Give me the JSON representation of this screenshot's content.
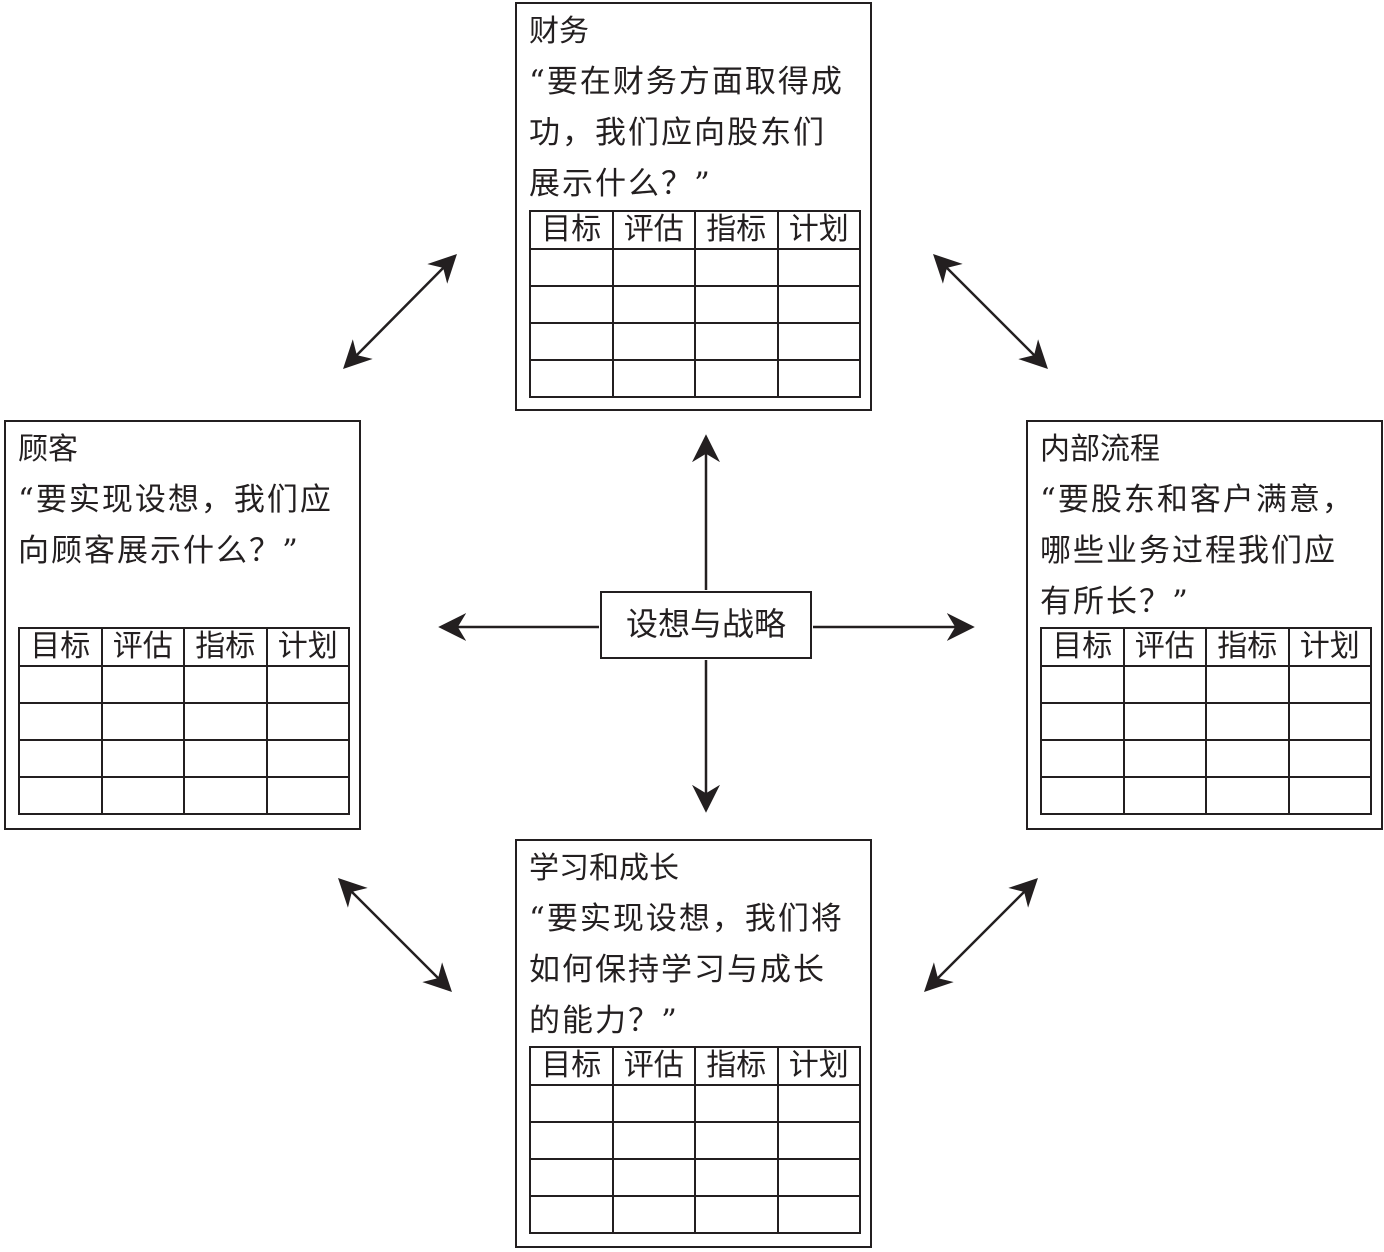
{
  "center": {
    "label": "设想与战略"
  },
  "table_headers": [
    "目标",
    "评估",
    "指标",
    "计划"
  ],
  "perspectives": {
    "finance": {
      "title": "财务",
      "question_lines": [
        "“要在财务方面取得成",
        "功，我们应向股东们",
        "展示什么？”"
      ]
    },
    "customer": {
      "title": "顾客",
      "question_lines": [
        "“要实现设想，我们应",
        "向顾客展示什么？”"
      ]
    },
    "internal": {
      "title": "内部流程",
      "question_lines": [
        "“要股东和客户满意，",
        "哪些业务过程我们应",
        "有所长？”"
      ]
    },
    "learning": {
      "title": "学习和成长",
      "question_lines": [
        "“要实现设想，我们将",
        "如何保持学习与成长",
        "的能力？”"
      ]
    }
  },
  "colors": {
    "line": "#231f20",
    "background": "#ffffff"
  }
}
